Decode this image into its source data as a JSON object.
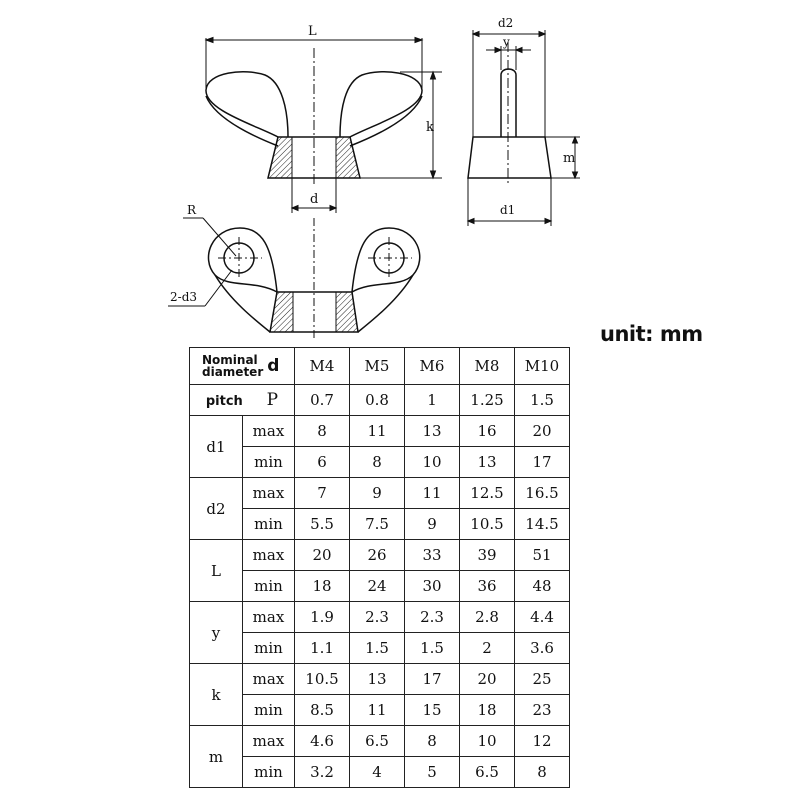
{
  "drawing_labels": {
    "length": "L",
    "height": "k",
    "thread_d": "d",
    "wing_thickness_top": "d2",
    "wing_offset": "y",
    "boss_height": "m",
    "boss_diameter": "d1",
    "radius": "R",
    "holes": "2-d3"
  },
  "unit_label": "unit: mm",
  "table": {
    "nominal_label_line1": "Nominal",
    "nominal_label_line2": "diameter",
    "nominal_symbol": "d",
    "sizes": [
      "M4",
      "M5",
      "M6",
      "M8",
      "M10"
    ],
    "pitch_label": "pitch",
    "pitch_symbol": "P",
    "pitch_values": [
      "0.7",
      "0.8",
      "1",
      "1.25",
      "1.5"
    ],
    "max_label": "max",
    "min_label": "min",
    "params": [
      {
        "symbol": "d1",
        "max": [
          "8",
          "11",
          "13",
          "16",
          "20"
        ],
        "min": [
          "6",
          "8",
          "10",
          "13",
          "17"
        ]
      },
      {
        "symbol": "d2",
        "max": [
          "7",
          "9",
          "11",
          "12.5",
          "16.5"
        ],
        "min": [
          "5.5",
          "7.5",
          "9",
          "10.5",
          "14.5"
        ]
      },
      {
        "symbol": "L",
        "max": [
          "20",
          "26",
          "33",
          "39",
          "51"
        ],
        "min": [
          "18",
          "24",
          "30",
          "36",
          "48"
        ]
      },
      {
        "symbol": "y",
        "max": [
          "1.9",
          "2.3",
          "2.3",
          "2.8",
          "4.4"
        ],
        "min": [
          "1.1",
          "1.5",
          "1.5",
          "2",
          "3.6"
        ]
      },
      {
        "symbol": "k",
        "max": [
          "10.5",
          "13",
          "17",
          "20",
          "25"
        ],
        "min": [
          "8.5",
          "11",
          "15",
          "18",
          "23"
        ]
      },
      {
        "symbol": "m",
        "max": [
          "4.6",
          "6.5",
          "8",
          "10",
          "12"
        ],
        "min": [
          "3.2",
          "4",
          "5",
          "6.5",
          "8"
        ]
      }
    ]
  }
}
